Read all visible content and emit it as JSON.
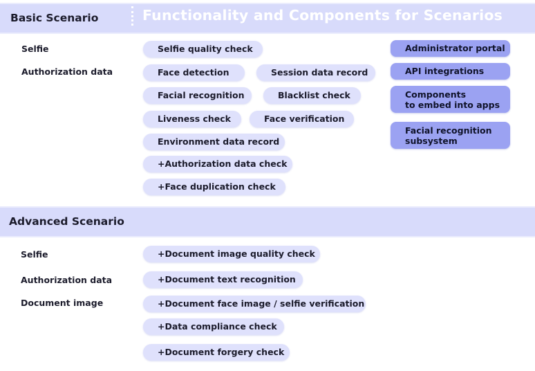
{
  "basic": {
    "title": "Basic Scenario",
    "heading": "Functionality and Components for Scenarios",
    "labels": [
      "Selfie",
      "Authorization data"
    ],
    "pills": [
      "Selfie quality check",
      "Face detection",
      "Session data record",
      "Facial recognition",
      "Blacklist check",
      "Liveness check",
      "Face verification",
      "Environment data record",
      "+Authorization data check",
      "+Face duplication check"
    ],
    "components": [
      {
        "line1": "Administrator portal",
        "line2": ""
      },
      {
        "line1": "API integrations",
        "line2": ""
      },
      {
        "line1": "Components",
        "line2": "to embed into apps"
      },
      {
        "line1": "Facial recognition",
        "line2": "subsystem"
      }
    ]
  },
  "advanced": {
    "title": "Advanced Scenario",
    "labels": [
      "Selfie",
      "Authorization data",
      "Document image"
    ],
    "pills": [
      "+Document image quality check",
      "+Document text recognition",
      "+Document face image / selfie  verification",
      "+Data compliance check",
      "+Document forgery check"
    ]
  },
  "colors": {
    "band": "#d8dbfb",
    "pill": "#dfe1fc",
    "component": "#9ba2f2",
    "heading_text": "#ffffff"
  }
}
